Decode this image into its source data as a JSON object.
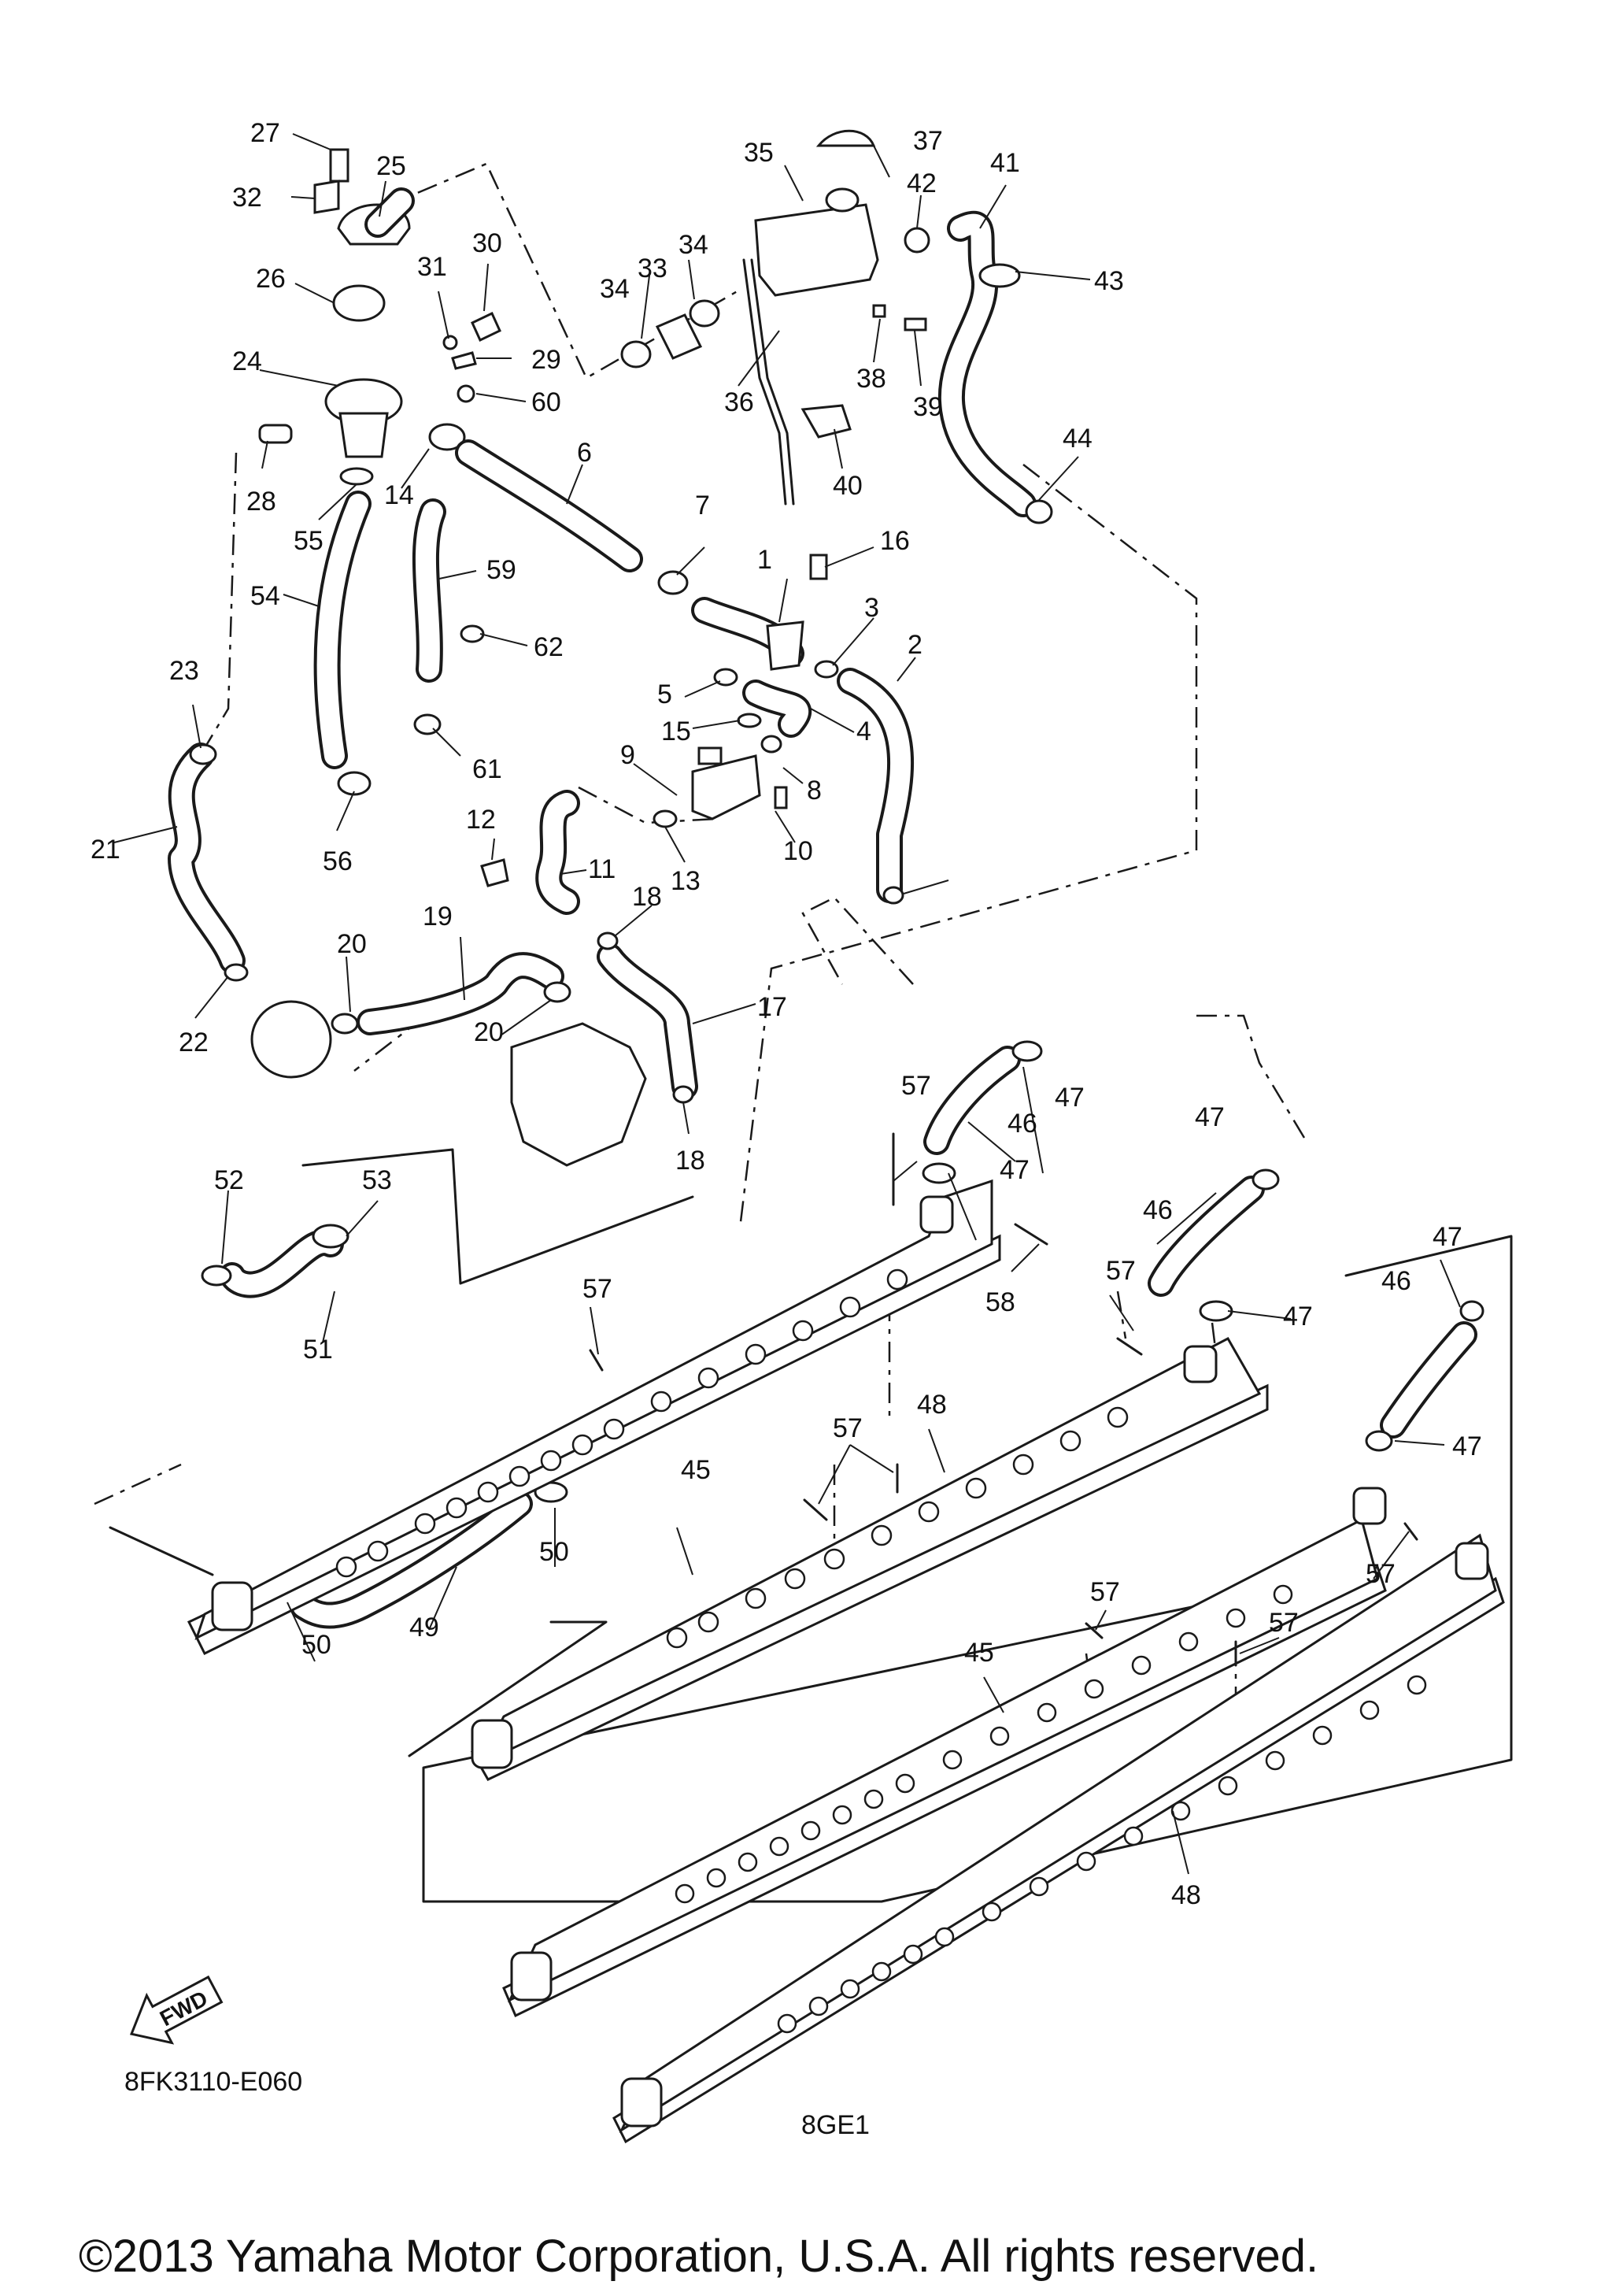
{
  "callouts": [
    "1",
    "2",
    "3",
    "4",
    "5",
    "6",
    "7",
    "8",
    "9",
    "10",
    "11",
    "12",
    "13",
    "14",
    "15",
    "16",
    "17",
    "18",
    "19",
    "20",
    "21",
    "22",
    "23",
    "24",
    "25",
    "26",
    "27",
    "28",
    "29",
    "30",
    "31",
    "32",
    "33",
    "34",
    "35",
    "36",
    "37",
    "38",
    "39",
    "40",
    "41",
    "42",
    "43",
    "44",
    "45",
    "46",
    "47",
    "48",
    "49",
    "50",
    "51",
    "52",
    "53",
    "54",
    "55",
    "56",
    "57",
    "58",
    "59",
    "60",
    "61",
    "62"
  ],
  "fwd_label": "FWD",
  "diagram_code": "8FK3110-E060",
  "variant_code": "8GE1",
  "copyright": "©2013 Yamaha Motor Corporation, U.S.A. All rights reserved."
}
